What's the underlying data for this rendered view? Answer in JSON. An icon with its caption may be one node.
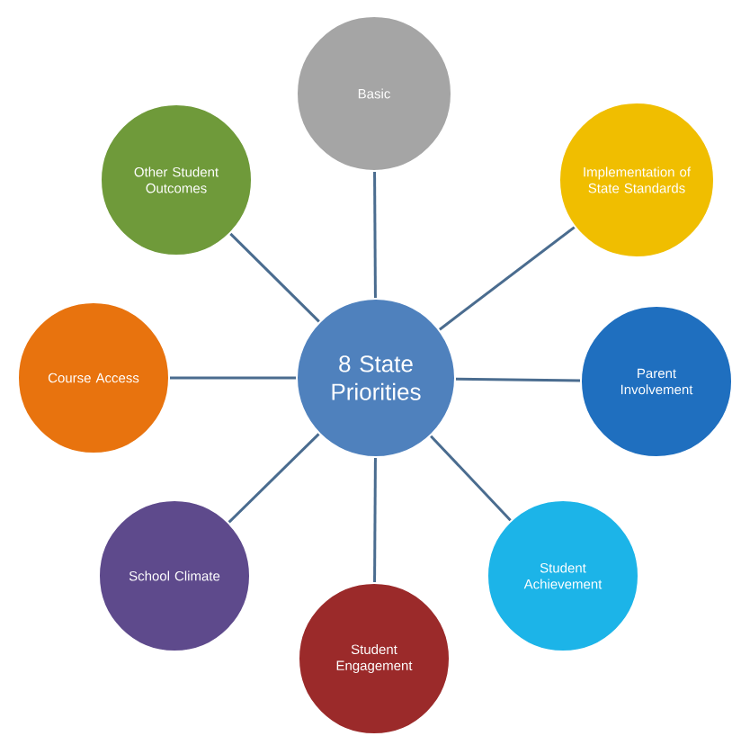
{
  "diagram": {
    "nodes": [
      {
        "text": [
          "8 State Priorities"
        ]
      },
      {
        "text": [
          "Basic"
        ]
      },
      {
        "text": [
          "Implementation of State Standards"
        ]
      },
      {
        "text": [
          "Parent Involvement"
        ]
      },
      {
        "text": [
          "Student Achievement"
        ]
      },
      {
        "text": [
          "Student Engagement"
        ]
      },
      {
        "text": [
          "School Climate"
        ]
      },
      {
        "text": [
          "Course Access"
        ]
      },
      {
        "text": [
          "Other Student Outcomes"
        ]
      }
    ],
    "edges": [
      {
        "from": 0,
        "to": 1,
        "arrow": "none"
      },
      {
        "from": 0,
        "to": 2,
        "arrow": "none"
      },
      {
        "from": 0,
        "to": 3,
        "arrow": "none"
      },
      {
        "from": 0,
        "to": 4,
        "arrow": "none"
      },
      {
        "from": 0,
        "to": 5,
        "arrow": "none"
      },
      {
        "from": 0,
        "to": 6,
        "arrow": "none"
      },
      {
        "from": 0,
        "to": 7,
        "arrow": "none"
      },
      {
        "from": 0,
        "to": 8,
        "arrow": "none"
      }
    ]
  }
}
